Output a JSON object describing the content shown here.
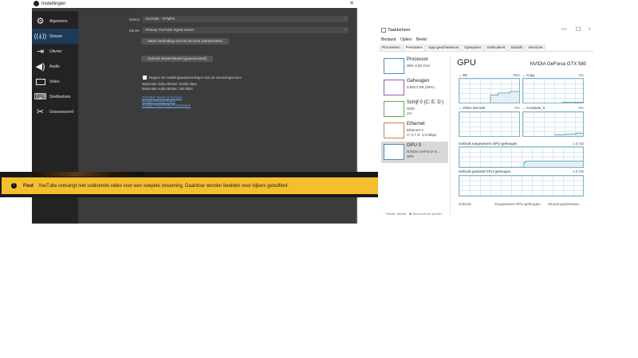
{
  "obs": {
    "title": "Instellingen",
    "close_icon": "✕",
    "sidebar": [
      {
        "label": "Algemeen",
        "icon": "gear-icon",
        "glyph": "⚙"
      },
      {
        "label": "Stream",
        "icon": "broadcast-icon",
        "glyph": "📡",
        "active": true
      },
      {
        "label": "Uitvoer",
        "icon": "output-icon",
        "glyph": "⇥"
      },
      {
        "label": "Audio",
        "icon": "speaker-icon",
        "glyph": "🔊"
      },
      {
        "label": "Video",
        "icon": "monitor-icon",
        "glyph": "🖵"
      },
      {
        "label": "Sneltoetsen",
        "icon": "keyboard-icon",
        "glyph": "⌨"
      },
      {
        "label": "Geavanceerd",
        "icon": "tools-icon",
        "glyph": "✂"
      }
    ],
    "form": {
      "service_label": "Dienst",
      "service_value": "YouTube - RTMPS",
      "server_label": "Server",
      "server_value": "Primary YouTube ingest server",
      "connect_account_button": "Maak verbinding met het account (aanbevolen)",
      "use_stream_key_button": "Gebruik streamsleutel (geavanceerd)",
      "ignore_checkbox_label": "Negeer de instellingsaanbevelingen van de streamingservice",
      "max_video_bitrate": "Maximale Video Bitrate: 51000 kbps",
      "max_audio_bitrate": "Maximale Audio Bitrate: 160 kbps",
      "links": [
        "YouTube Terms of Service",
        "Google Privacy Policy",
        "Google Third-Party Permissions"
      ]
    }
  },
  "banner": {
    "icon": "!",
    "label": "Fout",
    "message": "YouTube ontvangt niet voldoende video voor een soepele streaming. Daardoor worden beelden voor kijkers gebufferd.",
    "color": "#f5be2e"
  },
  "taskmanager": {
    "title": "Taakbeheer",
    "controls": {
      "minimize": "—",
      "maximize": "☐",
      "more": "›"
    },
    "menu": [
      "Bestand",
      "Opties",
      "Beeld"
    ],
    "tabs": [
      "Processen",
      "Prestaties",
      "App-geschiedenis",
      "Opstarten",
      "Gebruikers",
      "Details",
      "Services"
    ],
    "active_tab": "Prestaties",
    "resources": [
      {
        "name": "Processor",
        "sub1": "38% 2,50 GHz",
        "sub2": "",
        "color": "#4a90c8"
      },
      {
        "name": "Geheugen",
        "sub1": "3,9/8,0 GB (49%)",
        "sub2": "",
        "color": "#9b59b6"
      },
      {
        "name": "Schijf 0 (C: E: D:)",
        "sub1": "HDD",
        "sub2": "1%",
        "color": "#6aaa3a"
      },
      {
        "name": "Ethernet",
        "sub1": "Ethernet 2",
        "sub2": "V: 0,7 O: 1,0 Mbps",
        "color": "#c8843a"
      },
      {
        "name": "GPU 0",
        "sub1": "NVIDIA GeForce G...",
        "sub2": "38%",
        "color": "#4a90c8",
        "active": true
      }
    ],
    "gpu": {
      "title": "GPU",
      "model": "NVIDIA GeForce GTX 580",
      "engines": [
        {
          "name": "3D",
          "value": "39%"
        },
        {
          "name": "Copy",
          "value": "2%"
        },
        {
          "name": "Video Decode",
          "value": "0%"
        },
        {
          "name": "Compute_0",
          "value": "6%"
        }
      ],
      "dedicated_label": "Gebruik toegewezen GPU-geheugen",
      "dedicated_value": "1,5 GB",
      "shared_label": "Gebruik gedeeld GPU-geheugen",
      "shared_value": "4,0 GB",
      "bottom_labels": [
        "Gebruik",
        "Toegewezen GPU-geheugen",
        "Stuurprogrammave..."
      ]
    },
    "footer": [
      "Minder details",
      "Broncontrole openen"
    ]
  }
}
